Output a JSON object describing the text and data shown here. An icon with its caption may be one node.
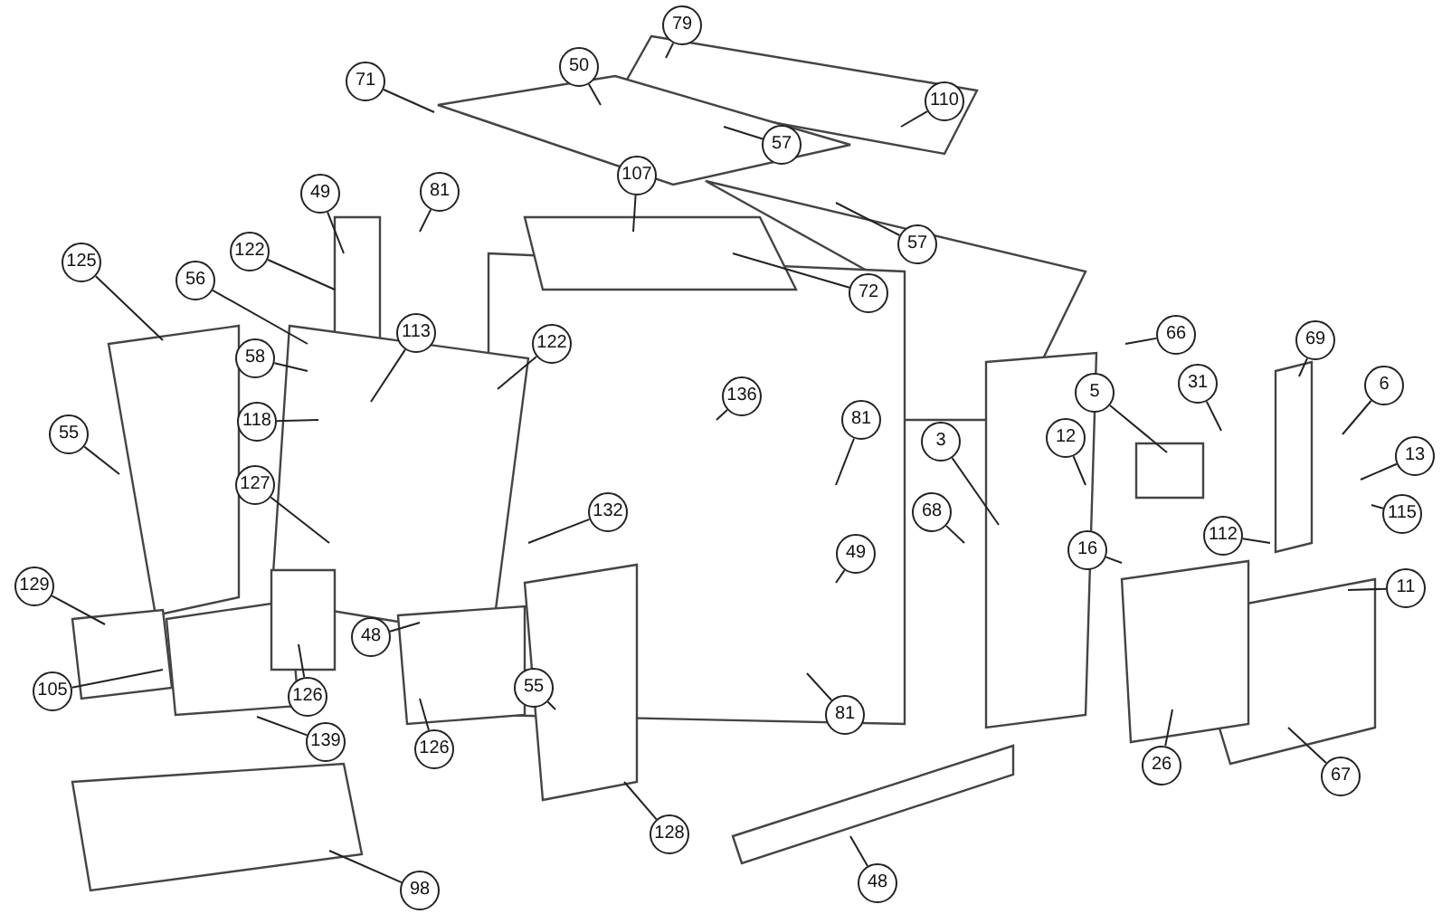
{
  "diagram": {
    "nodes": [
      {
        "text": [
          "79"
        ]
      },
      {
        "text": [
          "110"
        ]
      },
      {
        "text": [
          "71"
        ]
      },
      {
        "text": [
          "50"
        ]
      },
      {
        "text": [
          "57"
        ]
      },
      {
        "text": [
          "107"
        ]
      },
      {
        "text": [
          "81"
        ]
      },
      {
        "text": [
          "49"
        ]
      },
      {
        "text": [
          "57"
        ]
      },
      {
        "text": [
          "72"
        ]
      },
      {
        "text": [
          "122"
        ]
      },
      {
        "text": [
          "125"
        ]
      },
      {
        "text": [
          "56"
        ]
      },
      {
        "text": [
          "66"
        ]
      },
      {
        "text": [
          "69"
        ]
      },
      {
        "text": [
          "58"
        ]
      },
      {
        "text": [
          "113"
        ]
      },
      {
        "text": [
          "122"
        ]
      },
      {
        "text": [
          "136"
        ]
      },
      {
        "text": [
          "81"
        ]
      },
      {
        "text": [
          "5"
        ]
      },
      {
        "text": [
          "31"
        ]
      },
      {
        "text": [
          "6"
        ]
      },
      {
        "text": [
          "3"
        ]
      },
      {
        "text": [
          "12"
        ]
      },
      {
        "text": [
          "55"
        ]
      },
      {
        "text": [
          "118"
        ]
      },
      {
        "text": [
          "127"
        ]
      },
      {
        "text": [
          "132"
        ]
      },
      {
        "text": [
          "13"
        ]
      },
      {
        "text": [
          "68"
        ]
      },
      {
        "text": [
          "49"
        ]
      },
      {
        "text": [
          "16"
        ]
      },
      {
        "text": [
          "112"
        ]
      },
      {
        "text": [
          "115"
        ]
      },
      {
        "text": [
          "11"
        ]
      },
      {
        "text": [
          "129"
        ]
      },
      {
        "text": [
          "48"
        ]
      },
      {
        "text": [
          "126"
        ]
      },
      {
        "text": [
          "105"
        ]
      },
      {
        "text": [
          "139"
        ]
      },
      {
        "text": [
          "126"
        ]
      },
      {
        "text": [
          "55"
        ]
      },
      {
        "text": [
          "81"
        ]
      },
      {
        "text": [
          "26"
        ]
      },
      {
        "text": [
          "67"
        ]
      },
      {
        "text": [
          "128"
        ]
      },
      {
        "text": [
          "98"
        ]
      },
      {
        "text": [
          "48"
        ]
      }
    ],
    "edges": [
      {
        "from": 0,
        "to": null,
        "arrow": "none"
      },
      {
        "from": 1,
        "to": null,
        "arrow": "none"
      },
      {
        "from": 2,
        "to": null,
        "arrow": "none"
      },
      {
        "from": 3,
        "to": null,
        "arrow": "none"
      },
      {
        "from": 4,
        "to": null,
        "arrow": "none"
      },
      {
        "from": 5,
        "to": null,
        "arrow": "none"
      },
      {
        "from": 6,
        "to": null,
        "arrow": "none"
      },
      {
        "from": 7,
        "to": null,
        "arrow": "none"
      },
      {
        "from": 8,
        "to": null,
        "arrow": "none"
      },
      {
        "from": 9,
        "to": null,
        "arrow": "none"
      },
      {
        "from": 10,
        "to": null,
        "arrow": "none"
      },
      {
        "from": 11,
        "to": null,
        "arrow": "none"
      },
      {
        "from": 12,
        "to": null,
        "arrow": "none"
      },
      {
        "from": 13,
        "to": null,
        "arrow": "none"
      },
      {
        "from": 14,
        "to": null,
        "arrow": "none"
      },
      {
        "from": 15,
        "to": null,
        "arrow": "none"
      },
      {
        "from": 16,
        "to": null,
        "arrow": "none"
      },
      {
        "from": 17,
        "to": null,
        "arrow": "none"
      },
      {
        "from": 18,
        "to": null,
        "arrow": "none"
      },
      {
        "from": 19,
        "to": null,
        "arrow": "none"
      },
      {
        "from": 20,
        "to": null,
        "arrow": "none"
      },
      {
        "from": 21,
        "to": null,
        "arrow": "none"
      },
      {
        "from": 22,
        "to": null,
        "arrow": "none"
      },
      {
        "from": 23,
        "to": null,
        "arrow": "none"
      },
      {
        "from": 24,
        "to": null,
        "arrow": "none"
      },
      {
        "from": 25,
        "to": null,
        "arrow": "none"
      },
      {
        "from": 26,
        "to": null,
        "arrow": "none"
      },
      {
        "from": 27,
        "to": null,
        "arrow": "none"
      },
      {
        "from": 28,
        "to": null,
        "arrow": "none"
      },
      {
        "from": 29,
        "to": null,
        "arrow": "none"
      },
      {
        "from": 30,
        "to": null,
        "arrow": "none"
      },
      {
        "from": 31,
        "to": null,
        "arrow": "none"
      },
      {
        "from": 32,
        "to": null,
        "arrow": "none"
      },
      {
        "from": 33,
        "to": null,
        "arrow": "none"
      },
      {
        "from": 34,
        "to": null,
        "arrow": "none"
      },
      {
        "from": 35,
        "to": null,
        "arrow": "none"
      },
      {
        "from": 36,
        "to": null,
        "arrow": "none"
      },
      {
        "from": 37,
        "to": null,
        "arrow": "none"
      },
      {
        "from": 38,
        "to": null,
        "arrow": "none"
      },
      {
        "from": 39,
        "to": null,
        "arrow": "none"
      },
      {
        "from": 40,
        "to": null,
        "arrow": "none"
      },
      {
        "from": 41,
        "to": null,
        "arrow": "none"
      },
      {
        "from": 42,
        "to": null,
        "arrow": "none"
      },
      {
        "from": 43,
        "to": null,
        "arrow": "none"
      },
      {
        "from": 44,
        "to": null,
        "arrow": "none"
      },
      {
        "from": 45,
        "to": null,
        "arrow": "none"
      },
      {
        "from": 46,
        "to": null,
        "arrow": "none"
      },
      {
        "from": 47,
        "to": null,
        "arrow": "none"
      },
      {
        "from": 48,
        "to": null,
        "arrow": "none"
      }
    ]
  }
}
